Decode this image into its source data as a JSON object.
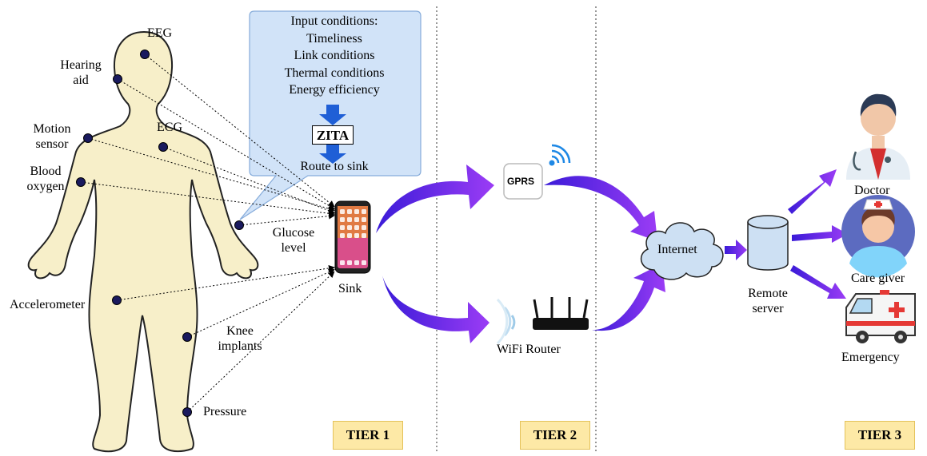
{
  "sensors": {
    "eeg": "EEG",
    "hearing_aid_1": "Hearing",
    "hearing_aid_2": "aid",
    "motion_1": "Motion",
    "motion_2": "sensor",
    "ecg": "ECG",
    "blood_1": "Blood",
    "blood_2": "oxygen",
    "glucose_1": "Glucose",
    "glucose_2": "level",
    "accelerometer": "Accelerometer",
    "knee_1": "Knee",
    "knee_2": "implants",
    "pressure": "Pressure"
  },
  "callout": {
    "lines": [
      "Input conditions:",
      "Timeliness",
      "Link conditions",
      "Thermal conditions",
      "Energy efficiency"
    ],
    "algorithm": "ZITA",
    "output": "Route to sink"
  },
  "sink": "Sink",
  "gprs": "GPRS",
  "wifi_router": "WiFi Router",
  "internet": "Internet",
  "remote_server_1": "Remote",
  "remote_server_2": "server",
  "recipients": {
    "doctor": "Doctor",
    "care_giver": "Care giver",
    "emergency": "Emergency"
  },
  "tiers": [
    "TIER 1",
    "TIER 2",
    "TIER 3"
  ],
  "colors": {
    "body_fill": "#f7efc9",
    "sensor_dot": "#1a1a5e",
    "arrow_purple": "#7b2ff7",
    "callout_fill": "#cfe2f8",
    "tier_fill": "#fde9a6",
    "zita_arrow": "#1f5fd6"
  }
}
